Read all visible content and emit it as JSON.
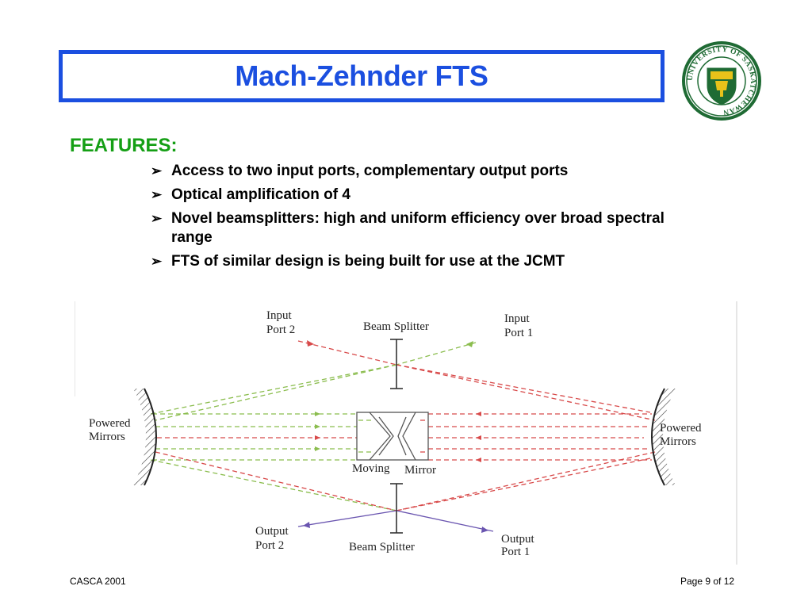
{
  "slide": {
    "title": "Mach-Zehnder FTS",
    "features_heading": "FEATURES:",
    "bullets": [
      "Access to two input ports, complementary output ports",
      "Optical amplification of 4",
      "Novel beamsplitters: high and uniform efficiency over broad spectral range",
      "FTS of similar design is being built for use at the JCMT"
    ],
    "bullet_marker": "➢"
  },
  "logo": {
    "text": "UNIVERSITY OF SASKATCHEWAN",
    "colors": {
      "green": "#1f6b34",
      "gold": "#e8c21a"
    }
  },
  "diagram": {
    "labels": {
      "input_port_2": [
        "Input",
        "Port 2"
      ],
      "input_port_1": [
        "Input",
        "Port 1"
      ],
      "beam_splitter_top": "Beam Splitter",
      "powered_mirrors_left": [
        "Powered",
        "Mirrors"
      ],
      "powered_mirrors_right": [
        "Powered",
        "Mirrors"
      ],
      "moving_mirror": [
        "Moving",
        "Mirror"
      ],
      "output_port_2": [
        "Output",
        "Port 2"
      ],
      "output_port_1": [
        "Output",
        "Port 1"
      ],
      "beam_splitter_bottom": "Beam Splitter"
    },
    "colors": {
      "red_beam": "#d84a4a",
      "green_beam": "#8bbd4e",
      "output_beam": "#6a55b0"
    }
  },
  "footer": {
    "left": "CASCA 2001",
    "right": "Page 9 of 12"
  }
}
